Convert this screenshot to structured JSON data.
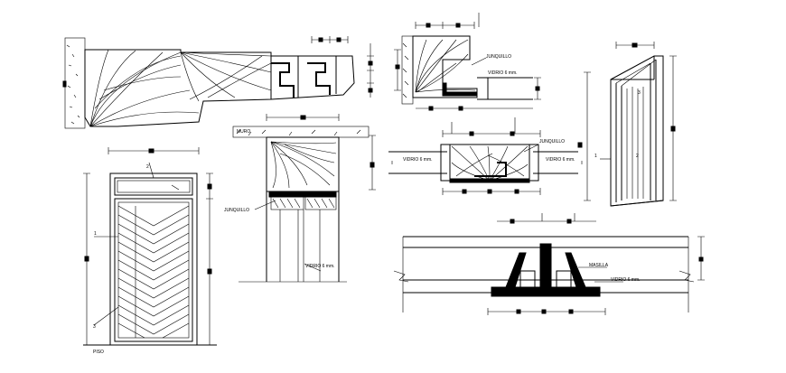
{
  "labels": {
    "jun1": "JUNQUILLO",
    "jun2": "JUNQUILLO",
    "jun3": "JUNQUILLO",
    "vid1": "VIDRIO  6 mm.",
    "vid2": "VIDRIO  6 mm.",
    "vid3": "VIDRIO  6 mm.",
    "vid4": "VIDRIO  6 mm.",
    "vid5": "VIDRIO  6 mm.",
    "masilla": "MASILLA",
    "piso": "PISO",
    "muro": "MURO",
    "n1": "1",
    "n2": "2",
    "n3": "3",
    "n4": "1",
    "n5": "2",
    "n6": "3"
  }
}
